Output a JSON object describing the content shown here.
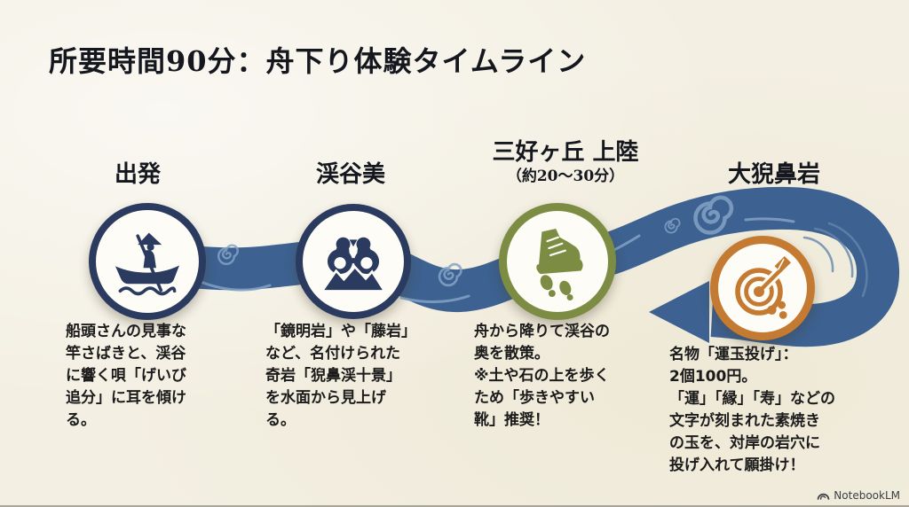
{
  "title": "所要時間90分：舟下り体験タイムライン",
  "stages": [
    {
      "title": "出発",
      "icon": "rowboat-icon",
      "color": "#2b3b60",
      "description": "船頭さんの見事な\n竿さばきと、渓谷\nに響く唄「げいび\n追分」に耳を傾け\nる。"
    },
    {
      "title": "渓谷美",
      "icon": "binoculars-icon",
      "color": "#2b3b60",
      "description": "「鏡明岩」や「藤岩」\nなど、名付けられた\n奇岩「猊鼻渓十景」\nを水面から見上げ\nる。"
    },
    {
      "title": "三好ヶ丘 上陸",
      "subtitle": "（約20〜30分）",
      "icon": "hiking-boot-icon",
      "color": "#7d8c43",
      "description": "舟から降りて渓谷の\n奥を散策。\n※土や石の上を歩く\nため「歩きやすい\n靴」推奨！"
    },
    {
      "title": "大猊鼻岩",
      "icon": "target-dart-icon",
      "color": "#c57a32",
      "description": "名物「運玉投げ」：\n2個100円。\n「運」「縁」「寿」などの\n文字が刻まれた素焼き\nの玉を、対岸の岩穴に\n投げ入れて願掛け！"
    }
  ],
  "river": {
    "color": "#3d6190",
    "swirl_color": "#84a3c6",
    "direction": "ends-with-left-arrow"
  },
  "background_color": "#f3efe2",
  "watermark": {
    "label": "NotebookLM"
  }
}
